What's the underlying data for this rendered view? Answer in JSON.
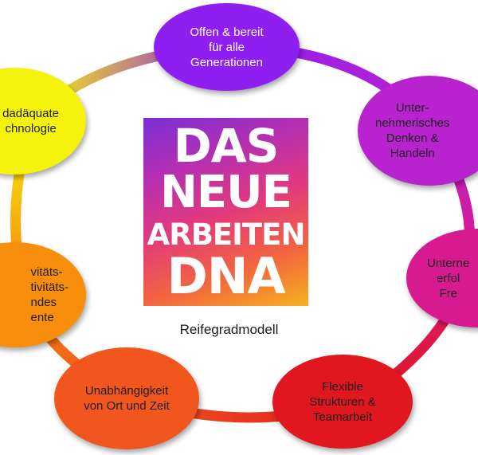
{
  "logo": {
    "lines": [
      "DAS",
      "NEUE",
      "ARBEITEN",
      "DNA"
    ]
  },
  "subtitle": "Reifegradmodell",
  "nodes": [
    {
      "id": "generations",
      "label": "Offen & bereit\nfür alle\nGenerationen",
      "color": "#8f1ff0"
    },
    {
      "id": "entrepreneurial",
      "label": "Unter-\nnehmerisches\nDenken &\nHandeln",
      "color": "#b822cf"
    },
    {
      "id": "company_success",
      "label": "Unterne\nerfol\nFre",
      "color": "#d81a91"
    },
    {
      "id": "structures",
      "label": "Flexible\nStrukturen &\nTeamarbeit",
      "color": "#e0171e"
    },
    {
      "id": "independence",
      "label": "Unabhängigkeit\nvon Ort und Zeit",
      "color": "#f0561e"
    },
    {
      "id": "responsibility",
      "label": "vitäts-\ntivitäts-\nndes\nente",
      "color": "#f78e0c"
    },
    {
      "id": "technology",
      "label": "dadäquate\nchnologie",
      "color": "#f5f20c"
    }
  ],
  "ring_colors": [
    "#8f1ff0",
    "#c21fc6",
    "#d81a91",
    "#e0171e",
    "#f0561e",
    "#f78e0c",
    "#f5f20c"
  ]
}
